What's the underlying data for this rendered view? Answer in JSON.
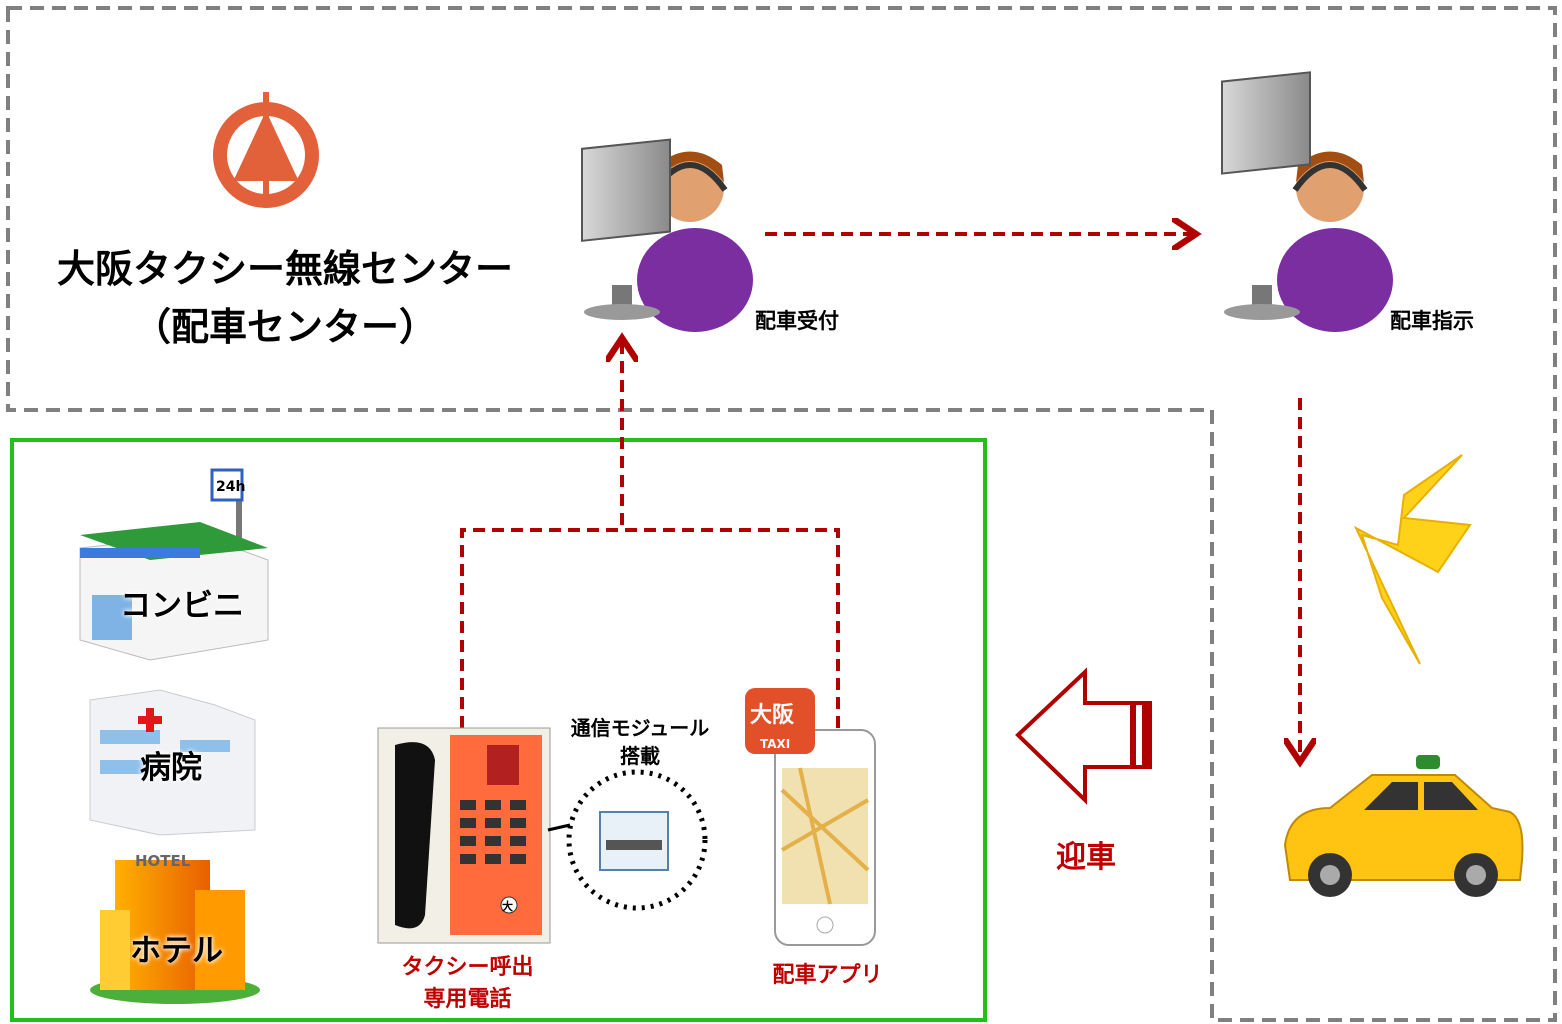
{
  "center": {
    "title_line1": "大阪タクシー無線センター",
    "title_line2": "（配車センター）"
  },
  "operators": {
    "reception": "配車受付",
    "dispatch": "配車指示"
  },
  "facilities": {
    "convenience_store": "コンビニ",
    "hospital": "病院",
    "hotel": "ホテル",
    "store_sign": "24h",
    "hotel_sign": "HOTEL"
  },
  "devices": {
    "phone_line1": "タクシー呼出",
    "phone_line2": "専用電話",
    "module_line1": "通信モジュール",
    "module_line2": "搭載",
    "app": "配車アプリ",
    "app_icon_text": "大阪",
    "app_icon_sub": "TAXI",
    "phone_badge": "大"
  },
  "pickup_label": "迎車",
  "colors": {
    "dashed_border": "#808080",
    "area_border": "#22c01a",
    "arrow": "#b00000",
    "label_red": "#c00000",
    "logo": "#e2603a",
    "lightning": "#ffd21a",
    "taxi": "#ffc412"
  }
}
